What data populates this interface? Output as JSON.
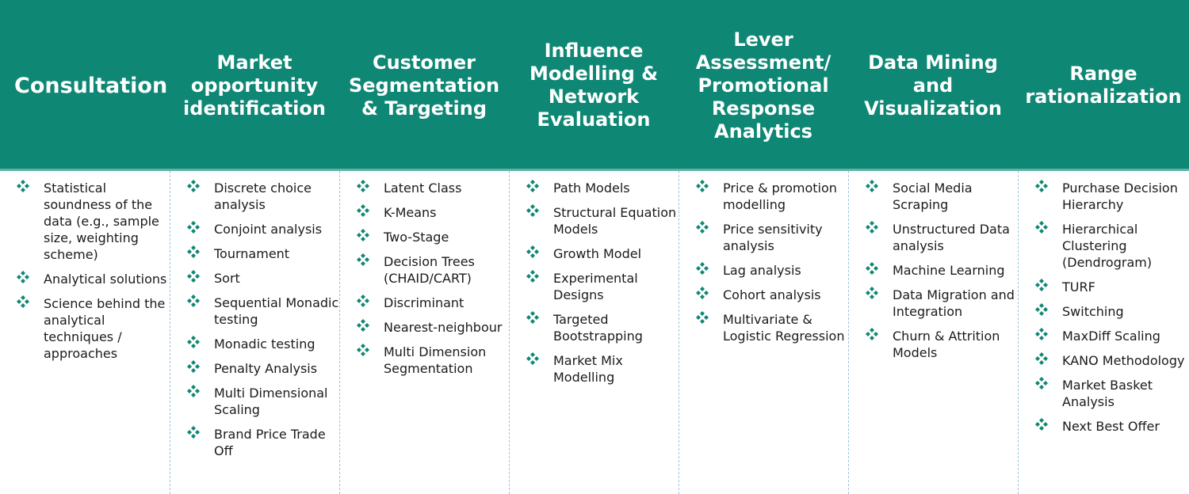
{
  "colors": {
    "header_bg": "#0e8774",
    "bullet": "#0e8774",
    "header_text": "#ffffff"
  },
  "columns": [
    {
      "title": "Consultation",
      "items": [
        "Statistical soundness of the data (e.g., sample size, weighting scheme)",
        "Analytical solutions",
        "Science behind the analytical techniques / approaches"
      ]
    },
    {
      "title": "Market opportunity identification",
      "items": [
        "Discrete choice analysis",
        "Conjoint analysis",
        "Tournament",
        "Sort",
        "Sequential Monadic testing",
        "Monadic testing",
        "Penalty Analysis",
        "Multi Dimensional Scaling",
        "Brand Price Trade Off"
      ]
    },
    {
      "title": "Customer Segmentation & Targeting",
      "items": [
        "Latent Class",
        "K-Means",
        "Two-Stage",
        "Decision Trees (CHAID/CART)",
        "Discriminant",
        "Nearest-neighbour",
        "Multi Dimension Segmentation"
      ]
    },
    {
      "title": "Influence Modelling & Network Evaluation",
      "items": [
        "Path Models",
        "Structural Equation Models",
        "Growth Model",
        "Experimental Designs",
        "Targeted Bootstrapping",
        "Market Mix Modelling"
      ]
    },
    {
      "title": "Lever Assessment/ Promotional Response Analytics",
      "items": [
        "Price & promotion modelling",
        "Price sensitivity analysis",
        "Lag analysis",
        "Cohort analysis",
        "Multivariate & Logistic Regression"
      ]
    },
    {
      "title": "Data Mining and Visualization",
      "items": [
        "Social Media Scraping",
        "Unstructured Data analysis",
        "Machine Learning",
        "Data Migration and Integration",
        "Churn & Attrition Models"
      ]
    },
    {
      "title": "Range rationalization",
      "items": [
        "Purchase Decision Hierarchy",
        "Hierarchical Clustering (Dendrogram)",
        "TURF",
        "Switching",
        "MaxDiff Scaling",
        "KANO Methodology",
        "Market Basket Analysis",
        "Next Best Offer"
      ]
    }
  ]
}
